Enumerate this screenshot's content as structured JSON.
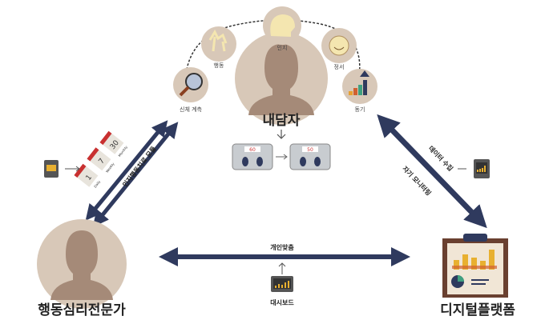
{
  "client": {
    "label": "내담자",
    "scale_before": "60",
    "scale_after": "50"
  },
  "attributes": {
    "cognition": "인지",
    "behavior": "행동",
    "emotion": "정서",
    "body": "신체 계측",
    "motivation": "동기"
  },
  "expert": {
    "label": "행동심리전문가"
  },
  "platform": {
    "label": "디지털플랫폼"
  },
  "module": {
    "label": "인지행동치료 모듈",
    "cal": [
      {
        "num": "1",
        "period": "Daily"
      },
      {
        "num": "7",
        "period": "Weekly"
      },
      {
        "num": "30",
        "period": "Monthly"
      }
    ]
  },
  "right_link": {
    "collect": "데이터 수집",
    "monitor": "자기 모니터링"
  },
  "bottom_link": {
    "personal": "개인맞춤",
    "dashboard": "대시보드"
  },
  "colors": {
    "arrow": "#2f3a5e",
    "circle": "#d8c8b8",
    "silhouette": "#a58a78"
  }
}
